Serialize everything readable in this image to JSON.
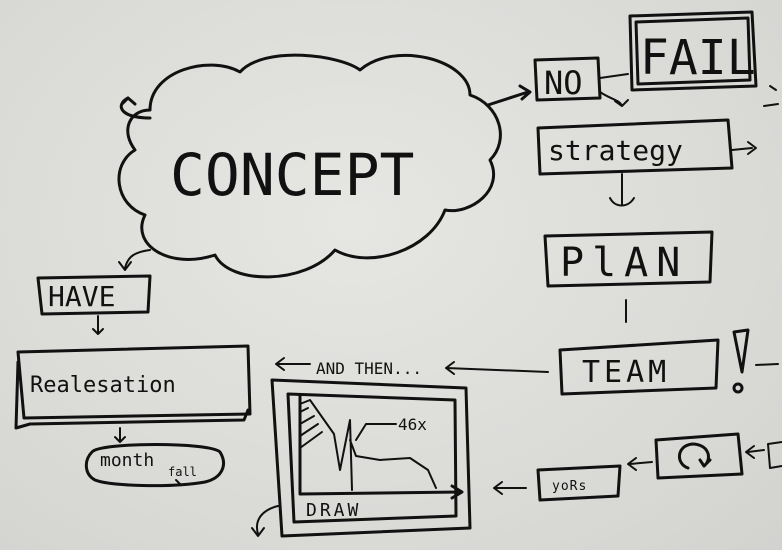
{
  "nodes": {
    "concept": "CONCEPT",
    "no": "NO",
    "fail": "FAIL",
    "strategy": "strategy",
    "plan": "PlAN",
    "have": "HAVE",
    "realisation": "Realesation",
    "and_then": "AND THEN...",
    "team": "TEAM",
    "month": "month",
    "fall": "fall",
    "draw": "DRAW",
    "draw_value": "46x",
    "years": "yoRs"
  }
}
